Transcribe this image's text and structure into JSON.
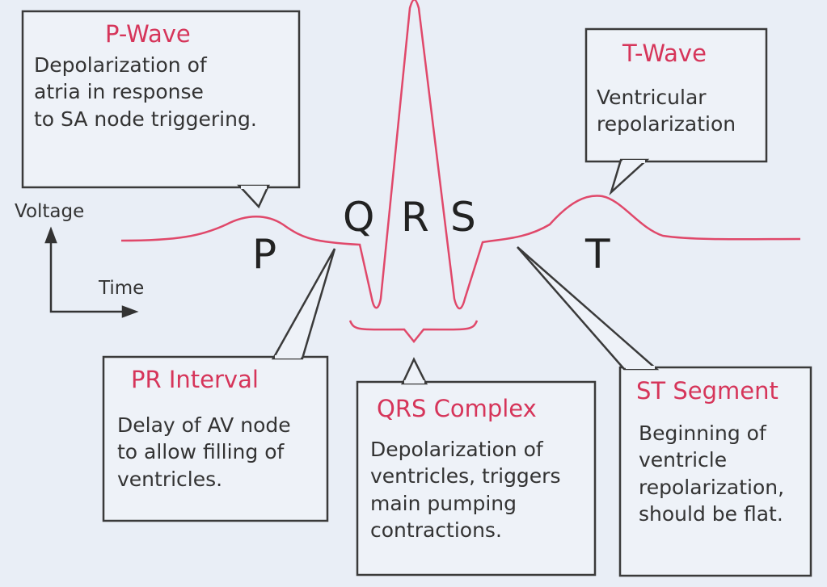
{
  "colors": {
    "background": "#e9eef6",
    "trace": "#e0486a",
    "title": "#d6355a",
    "text": "#333333"
  },
  "axes": {
    "y_label": "Voltage",
    "x_label": "Time"
  },
  "wave_labels": {
    "p": "P",
    "q": "Q",
    "r": "R",
    "s": "S",
    "t": "T"
  },
  "callouts": {
    "p_wave": {
      "title": "P-Wave",
      "body": "Depolarization of\natria in response\nto SA node triggering."
    },
    "t_wave": {
      "title": "T-Wave",
      "body": "Ventricular\nrepolarization"
    },
    "pr_interval": {
      "title": "PR  Interval",
      "body": "Delay of AV node\nto allow filling of\nventricles."
    },
    "qrs_complex": {
      "title": "QRS Complex",
      "body": "Depolarization of\nventricles, triggers\nmain pumping\ncontractions."
    },
    "st_segment": {
      "title": "ST Segment",
      "body": "Beginning of\nventricle\nrepolarization,\nshould be flat."
    }
  }
}
